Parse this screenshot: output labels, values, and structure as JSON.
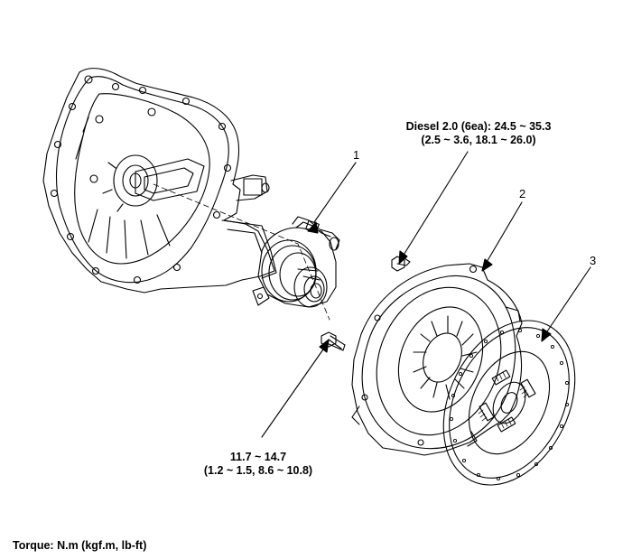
{
  "callouts": {
    "part1": "1",
    "part2": "2",
    "part3": "3"
  },
  "torque_spec_bolt_top": {
    "line1": "Diesel 2.0 (6ea): 24.5 ~ 35.3",
    "line2": "(2.5 ~ 3.6, 18.1 ~ 26.0)"
  },
  "torque_spec_bolt_bottom": {
    "line1": "11.7 ~ 14.7",
    "line2": "(1.2 ~ 1.5, 8.6 ~ 10.8)"
  },
  "footer": {
    "torque_units": "Torque: N.m (kgf.m, lb-ft)"
  },
  "colors": {
    "line": "#000000",
    "background": "#ffffff"
  }
}
